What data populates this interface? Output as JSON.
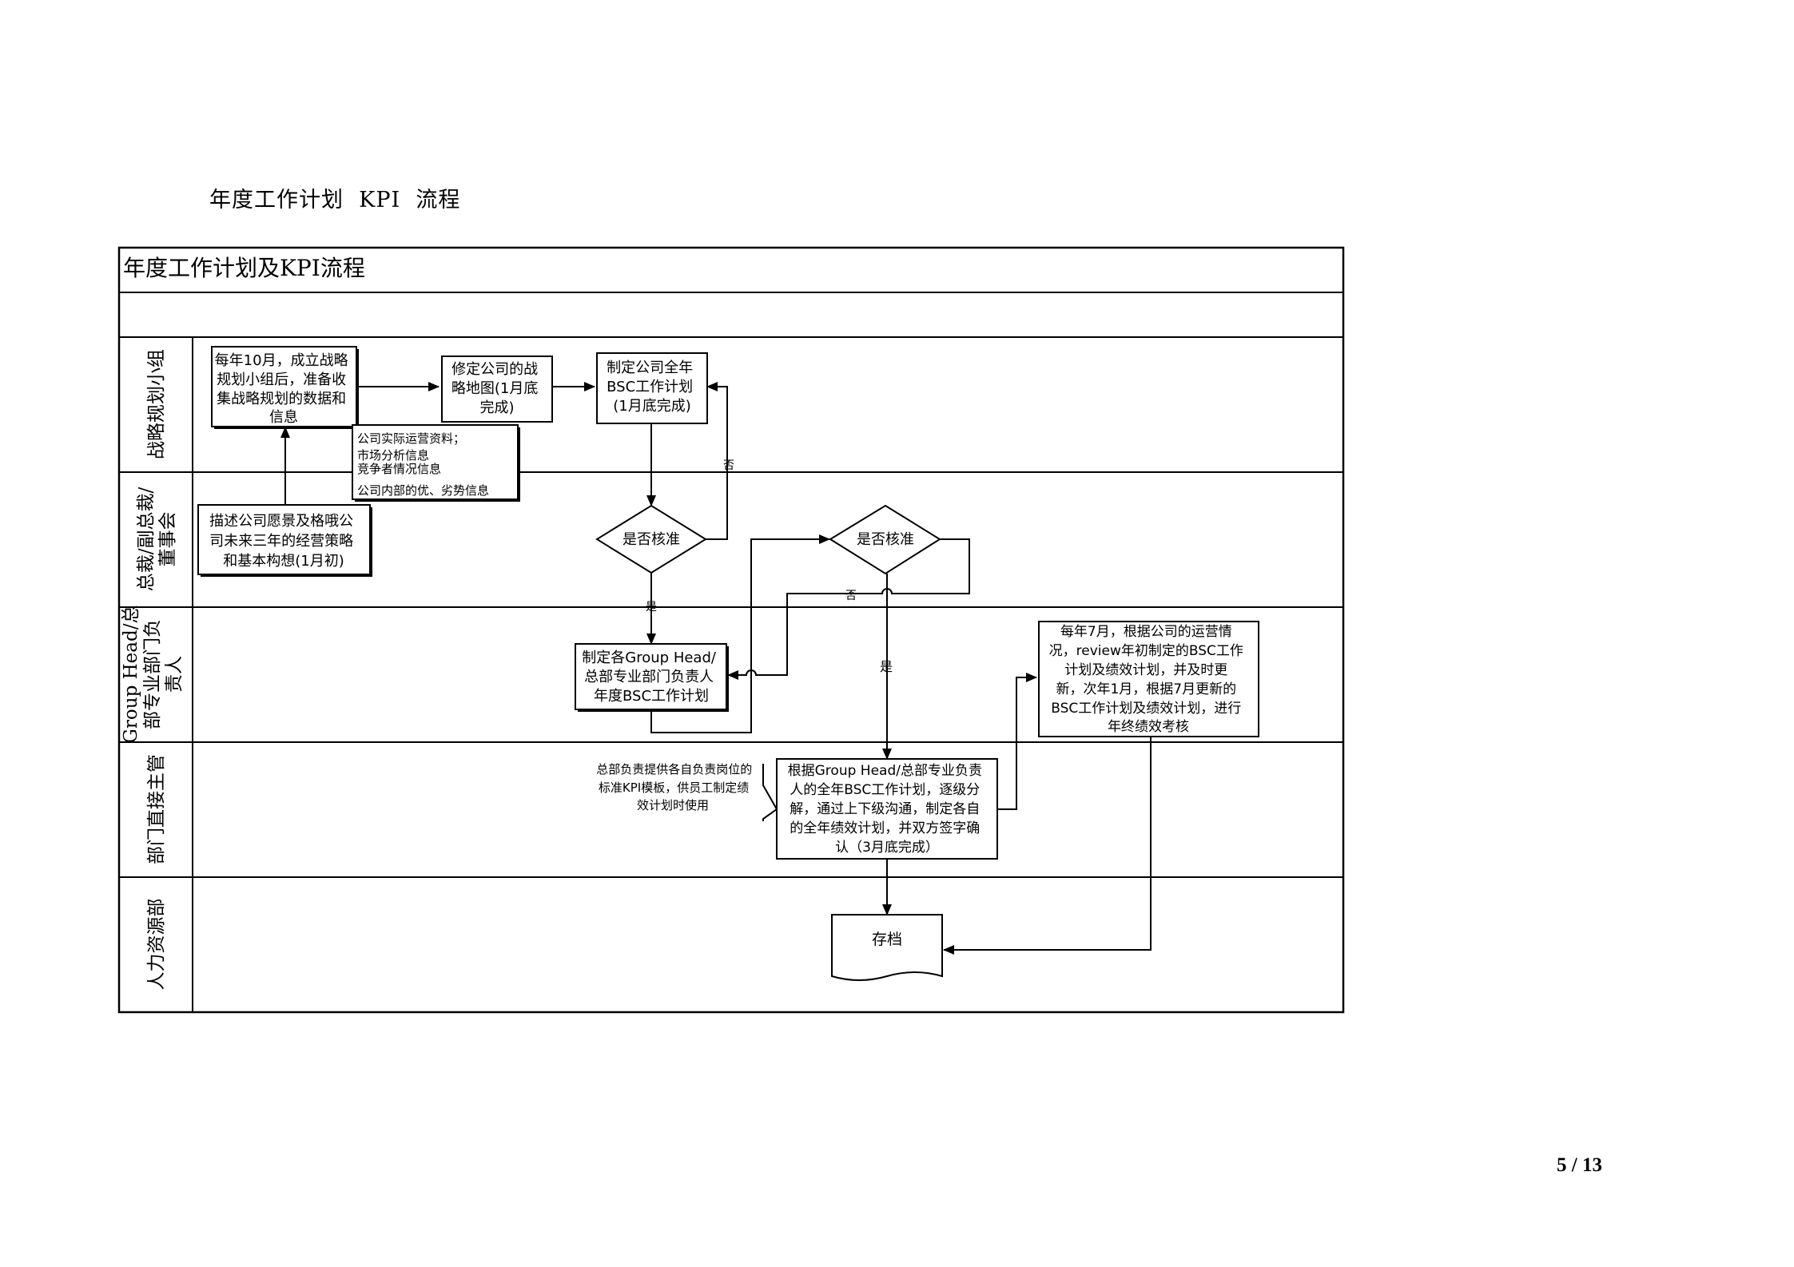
{
  "page": {
    "heading": "年度工作计划  KPI  流程",
    "page_number": "5 / 13"
  },
  "diagram": {
    "title": "年度工作计划及KPI流程",
    "lanes": [
      {
        "label": "战略规划小组"
      },
      {
        "label_lines": [
          "总裁/副总裁/",
          "董事会"
        ]
      },
      {
        "label_lines": [
          "Group Head/总",
          "部专业部门负",
          "责人"
        ]
      },
      {
        "label": "部门直接主管"
      },
      {
        "label": "人力资源部"
      }
    ],
    "nodes": {
      "form_team": [
        "每年10月，成立战略",
        "规划小组后，准备收",
        "集战略规划的数据和",
        "信息"
      ],
      "revise_map": [
        "修定公司的战",
        "略地图(1月底",
        "完成)"
      ],
      "company_bsc": [
        "制定公司全年",
        "BSC工作计划",
        "(1月底完成)"
      ],
      "data_note": [
        "公司实际运营资料；",
        "市场分析信息",
        "竞争者情况信息",
        "公司内部的优、劣势信息"
      ],
      "vision": [
        "描述公司愿景及格哦公",
        "司未来三年的经营策略",
        "和基本构想(1月初)"
      ],
      "approve_1": "是否核准",
      "approve_2": "是否核准",
      "group_head_plan": [
        "制定各Group Head/",
        "总部专业部门负责人",
        "年度BSC工作计划"
      ],
      "july_review": [
        "每年7月，根据公司的运营情",
        "况，review年初制定的BSC工作",
        "计划及绩效计划，并及时更",
        "新，次年1月，根据7月更新的",
        "BSC工作计划及绩效计划，进行",
        "年终绩效考核"
      ],
      "kpi_template_note": [
        "总部负责提供各自负责岗位的",
        "标准KPI模板，供员工制定绩",
        "效计划时使用"
      ],
      "dept_plan": [
        "根据Group Head/总部专业负责",
        "人的全年BSC工作计划，逐级分",
        "解，通过上下级沟通，制定各自",
        "的全年绩效计划，并双方签字确",
        "认（3月底完成）"
      ],
      "archive": "存档"
    },
    "edge_labels": {
      "no_1": "否",
      "yes_1": "是",
      "no_2": "否",
      "yes_2": "是"
    }
  }
}
